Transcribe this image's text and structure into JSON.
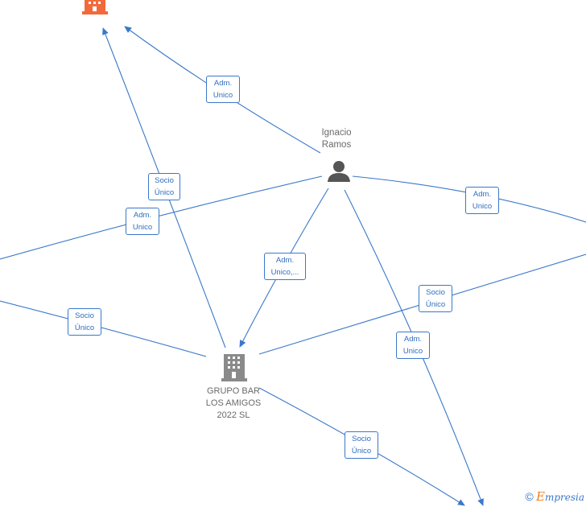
{
  "nodes": {
    "top_company": {
      "name": "",
      "color": "#f26a3b",
      "icon": "building-icon"
    },
    "person": {
      "name": "Ignacio\nRamos",
      "color": "#555555",
      "icon": "person-icon"
    },
    "main_company": {
      "name": "GRUPO BAR\nLOS AMIGOS\n2022  SL",
      "color": "#8a8a8a",
      "icon": "building-icon"
    }
  },
  "edge_labels": [
    {
      "line1": "Adm.",
      "line2": "Unico"
    },
    {
      "line1": "Socio",
      "line2": "Único"
    },
    {
      "line1": "Adm.",
      "line2": "Unico"
    },
    {
      "line1": "Adm.",
      "line2": "Unico"
    },
    {
      "line1": "Adm.",
      "line2": "Unico,..."
    },
    {
      "line1": "Socio",
      "line2": "Único"
    },
    {
      "line1": "Socio",
      "line2": "Único"
    },
    {
      "line1": "Adm.",
      "line2": "Unico"
    },
    {
      "line1": "Socio",
      "line2": "Único"
    }
  ],
  "colors": {
    "edge": "#3a78c9",
    "label_border": "#3a78c9",
    "label_text": "#2f6ec0"
  },
  "watermark": {
    "copyright": "©",
    "brand_e": "E",
    "brand_rest": "mpresia"
  }
}
